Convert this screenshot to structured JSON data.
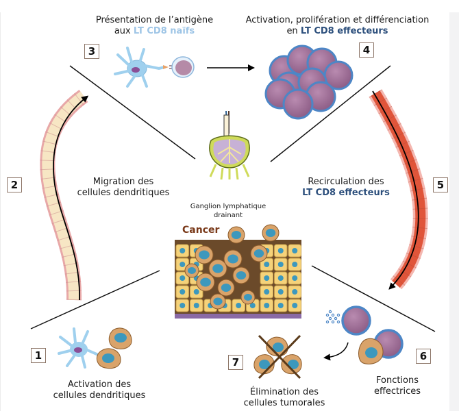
{
  "diagram": {
    "title_step3": {
      "line1": "Présentation de l’antigène",
      "line2_prefix": "aux ",
      "line2_highlight": "LT CD8 naïfs"
    },
    "title_step4": {
      "line1": "Activation, prolifération et différenciation",
      "line2_prefix": "en ",
      "line2_highlight": "LT CD8 effecteurs"
    },
    "label_step2": {
      "line1": "Migration des",
      "line2": "cellules dendritiques"
    },
    "label_center": {
      "line1": "Ganglion lymphatique",
      "line2": "drainant"
    },
    "label_step5": {
      "line1": "Recirculation des",
      "line2": "LT CD8 effecteurs"
    },
    "label_cancer": "Cancer",
    "label_step1": {
      "line1": "Activation des",
      "line2": "cellules dendritiques"
    },
    "label_step7": {
      "line1": "Élimination des",
      "line2": "cellules tumorales"
    },
    "label_step6": {
      "line1": "Fonctions",
      "line2": "effectrices"
    },
    "steps": [
      "1",
      "2",
      "3",
      "4",
      "5",
      "6",
      "7"
    ],
    "colors": {
      "naive_highlight": "#9ec5e6",
      "effector_highlight": "#2c4f7c",
      "cancer_label": "#7a3a1a",
      "lymph_vessel": "#f7e6c4",
      "blood_vessel": "#e0553a",
      "t_cell_body": "#9b6b92",
      "t_cell_membrane": "#4d86c6",
      "dendritic_cell": "#9fd0ee",
      "tumor_cell": "#d9a36a",
      "healthy_cell": "#f5d27a",
      "nucleus": "#3d98bd"
    }
  }
}
